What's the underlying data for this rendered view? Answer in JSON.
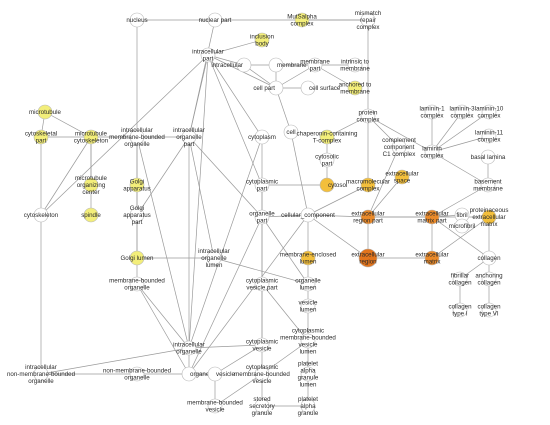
{
  "graph": {
    "colors": {
      "none": "#ffffff",
      "low": "#f3ee7a",
      "mid": "#f3bf3c",
      "high": "#ea8a2a",
      "top": "#e2741c",
      "edge": "#9a9a9a"
    },
    "nodes": [
      {
        "id": "nucleus",
        "label": "nucleus",
        "level": "none"
      },
      {
        "id": "nuclear-part",
        "label": "nuclear part",
        "level": "none"
      },
      {
        "id": "mutsalpha-complex",
        "label": "MutSalpha\ncomplex",
        "level": "low"
      },
      {
        "id": "mismatch-repair-complex",
        "label": "mismatch\nrepair\ncomplex",
        "level": "none"
      },
      {
        "id": "inclusion-body",
        "label": "inclusion\nbody",
        "level": "low"
      },
      {
        "id": "intracellular-part",
        "label": "intracellular\npart",
        "level": "none"
      },
      {
        "id": "intracellular",
        "label": "intracellular",
        "level": "none"
      },
      {
        "id": "membrane",
        "label": "membrane",
        "level": "none"
      },
      {
        "id": "membrane-part",
        "label": "membrane\npart",
        "level": "none"
      },
      {
        "id": "intrinsic-to-membrane",
        "label": "intrinsic to\nmembrane",
        "level": "none"
      },
      {
        "id": "anchored-to-membrane",
        "label": "anchored to\nmembrane",
        "level": "low"
      },
      {
        "id": "cell-part",
        "label": "cell part",
        "level": "none"
      },
      {
        "id": "cell-surface",
        "label": "cell surface",
        "level": "none"
      },
      {
        "id": "microtubule",
        "label": "microtubule",
        "level": "low"
      },
      {
        "id": "cytoskeletal-part",
        "label": "cytoskeletal\npart",
        "level": "low"
      },
      {
        "id": "microtubule-cytoskeleton",
        "label": "microtubule\ncytoskeleton",
        "level": "low"
      },
      {
        "id": "intracellular-membrane-bounded-organelle",
        "label": "intracellular\nmembrane-bounded\norganelle",
        "level": "none"
      },
      {
        "id": "intracellular-organelle-part",
        "label": "intracellular\norganelle\npart",
        "level": "none"
      },
      {
        "id": "cytoplasm",
        "label": "cytoplasm",
        "level": "none"
      },
      {
        "id": "cell",
        "label": "cell",
        "level": "none"
      },
      {
        "id": "protein-complex",
        "label": "protein\ncomplex",
        "level": "none"
      },
      {
        "id": "chaperonin-containing-t-complex",
        "label": "chaperonin-containing\nT-complex",
        "level": "low"
      },
      {
        "id": "laminin-1-complex",
        "label": "laminin-1\ncomplex",
        "level": "none"
      },
      {
        "id": "laminin-3-complex",
        "label": "laminin-3\ncomplex",
        "level": "none"
      },
      {
        "id": "laminin-10-complex",
        "label": "laminin-10\ncomplex",
        "level": "none"
      },
      {
        "id": "laminin-11-complex",
        "label": "laminin-11\ncomplex",
        "level": "none"
      },
      {
        "id": "complement-component-c1-complex",
        "label": "complement\ncomponent\nC1 complex",
        "level": "none"
      },
      {
        "id": "laminin-complex",
        "label": "laminin\ncomplex",
        "level": "none"
      },
      {
        "id": "basal-lamina",
        "label": "basal lamina",
        "level": "none"
      },
      {
        "id": "microtubule-organizing-center",
        "label": "microtubule\norganizing\ncenter",
        "level": "low"
      },
      {
        "id": "golgi-apparatus",
        "label": "Golgi\napparatus",
        "level": "low"
      },
      {
        "id": "cytoplasmic-part",
        "label": "cytoplasmic\npart",
        "level": "none"
      },
      {
        "id": "cytosolic-part",
        "label": "cytosolic\npart",
        "level": "none"
      },
      {
        "id": "cytosol",
        "label": "cytosol",
        "level": "mid"
      },
      {
        "id": "macromolecular-complex",
        "label": "macromolecular\ncomplex",
        "level": "mid"
      },
      {
        "id": "extracellular-space",
        "label": "extracellular\nspace",
        "level": "mid"
      },
      {
        "id": "basement-membrane",
        "label": "basement\nmembrane",
        "level": "none"
      },
      {
        "id": "cytoskeleton",
        "label": "cytoskeleton",
        "level": "none"
      },
      {
        "id": "spindle",
        "label": "spindle",
        "level": "low"
      },
      {
        "id": "golgi-apparatus-part",
        "label": "Golgi\napparatus\npart",
        "level": "none"
      },
      {
        "id": "organelle-part",
        "label": "organelle\npart",
        "level": "none"
      },
      {
        "id": "cellular-component",
        "label": "cellular_component",
        "level": "none"
      },
      {
        "id": "extracellular-region-part",
        "label": "extracellular\nregion part",
        "level": "high"
      },
      {
        "id": "extracellular-matrix-part",
        "label": "extracellular\nmatrix part",
        "level": "high"
      },
      {
        "id": "fibril",
        "label": "fibril",
        "level": "none"
      },
      {
        "id": "proteinaceous-extracellular-matrix",
        "label": "proteinaceous\nextracellular\nmatrix",
        "level": "mid"
      },
      {
        "id": "microfibril",
        "label": "microfibril",
        "level": "none"
      },
      {
        "id": "golgi-lumen",
        "label": "Golgi lumen",
        "level": "low"
      },
      {
        "id": "intracellular-organelle-lumen",
        "label": "intracellular\norganelle\nlumen",
        "level": "none"
      },
      {
        "id": "membrane-enclosed-lumen",
        "label": "membrane-enclosed\nlumen",
        "level": "mid"
      },
      {
        "id": "extracellular-region",
        "label": "extracellular\nregion",
        "level": "top"
      },
      {
        "id": "extracellular-matrix",
        "label": "extracellular\nmatrix",
        "level": "high"
      },
      {
        "id": "collagen",
        "label": "collagen",
        "level": "none"
      },
      {
        "id": "fibrillar-collagen",
        "label": "fibrillar\ncollagen",
        "level": "none"
      },
      {
        "id": "anchoring-collagen",
        "label": "anchoring\ncollagen",
        "level": "none"
      },
      {
        "id": "membrane-bounded-organelle",
        "label": "membrane-bounded\norganelle",
        "level": "none"
      },
      {
        "id": "cytoplasmic-vesicle-part",
        "label": "cytoplasmic\nvesicle part",
        "level": "none"
      },
      {
        "id": "organelle-lumen",
        "label": "organelle\nlumen",
        "level": "none"
      },
      {
        "id": "vesicle-lumen",
        "label": "vesicle\nlumen",
        "level": "none"
      },
      {
        "id": "collagen-type-i",
        "label": "collagen\ntype I",
        "level": "none"
      },
      {
        "id": "collagen-type-vi",
        "label": "collagen\ntype VI",
        "level": "none"
      },
      {
        "id": "cytoplasmic-membrane-bounded-vesicle-lumen",
        "label": "cytoplasmic\nmembrane-bounded\nvesicle\nlumen",
        "level": "none"
      },
      {
        "id": "intracellular-organelle",
        "label": "intracellular\norganelle",
        "level": "none"
      },
      {
        "id": "cytoplasmic-vesicle",
        "label": "cytoplasmic\nvesicle",
        "level": "none"
      },
      {
        "id": "platelet-alpha-granule-lumen",
        "label": "platelet\nalpha\ngranule\nlumen",
        "level": "none"
      },
      {
        "id": "intracellular-non-membrane-bounded-organelle",
        "label": "intracellular\nnon-membrane-bounded\norganelle",
        "level": "none"
      },
      {
        "id": "non-membrane-bounded-organelle",
        "label": "non-membrane-bounded\norganelle",
        "level": "none"
      },
      {
        "id": "organelle",
        "label": "organelle",
        "level": "none"
      },
      {
        "id": "vesicle",
        "label": "vesicle",
        "level": "none"
      },
      {
        "id": "cytoplasmic-membrane-bounded-vesicle",
        "label": "cytoplasmic\nmembrane-bounded\nvesicle",
        "level": "none"
      },
      {
        "id": "membrane-bounded-vesicle",
        "label": "membrane-bounded\nvesicle",
        "level": "none"
      },
      {
        "id": "stored-secretory-granule",
        "label": "stored\nsecretory\ngranule",
        "level": "none"
      },
      {
        "id": "platelet-alpha-granule",
        "label": "platelet\nalpha\ngranule",
        "level": "none"
      }
    ],
    "edges": [
      [
        "nucleus",
        "intracellular-membrane-bounded-organelle"
      ],
      [
        "nuclear-part",
        "nucleus"
      ],
      [
        "nuclear-part",
        "intracellular-organelle-part"
      ],
      [
        "nuclear-part",
        "mismatch-repair-complex"
      ],
      [
        "mutsalpha-complex",
        "mismatch-repair-complex"
      ],
      [
        "mismatch-repair-complex",
        "protein-complex"
      ],
      [
        "inclusion-body",
        "intracellular-part"
      ],
      [
        "intracellular-part",
        "cell-part"
      ],
      [
        "intracellular-part",
        "intracellular"
      ],
      [
        "intracellular-part",
        "cytoplasm"
      ],
      [
        "intracellular-part",
        "intracellular-organelle"
      ],
      [
        "intracellular-part",
        "cytoplasmic-part"
      ],
      [
        "intracellular-part",
        "cytoskeleton"
      ],
      [
        "intracellular-part",
        "intracellular-organelle-part"
      ],
      [
        "intracellular",
        "cell-part"
      ],
      [
        "intracellular",
        "membrane"
      ],
      [
        "membrane",
        "cell-part"
      ],
      [
        "membrane",
        "membrane-part"
      ],
      [
        "membrane-part",
        "intrinsic-to-membrane"
      ],
      [
        "membrane-part",
        "cell-part"
      ],
      [
        "anchored-to-membrane",
        "membrane-part"
      ],
      [
        "cell-part",
        "cell-surface"
      ],
      [
        "cell-part",
        "cell"
      ],
      [
        "cell",
        "cellular-component"
      ],
      [
        "microtubule",
        "cytoskeletal-part"
      ],
      [
        "microtubule",
        "microtubule-cytoskeleton"
      ],
      [
        "cytoskeletal-part",
        "cytoskeleton"
      ],
      [
        "cytoskeletal-part",
        "intracellular-organelle-part"
      ],
      [
        "microtubule-cytoskeleton",
        "cytoskeleton"
      ],
      [
        "microtubule-organizing-center",
        "microtubule-cytoskeleton"
      ],
      [
        "spindle",
        "microtubule-cytoskeleton"
      ],
      [
        "cytoskeleton",
        "intracellular-non-membrane-bounded-organelle"
      ],
      [
        "intracellular-membrane-bounded-organelle",
        "intracellular-organelle"
      ],
      [
        "intracellular-membrane-bounded-organelle",
        "membrane-bounded-organelle"
      ],
      [
        "golgi-apparatus",
        "intracellular-membrane-bounded-organelle"
      ],
      [
        "golgi-apparatus-part",
        "golgi-apparatus"
      ],
      [
        "golgi-apparatus-part",
        "intracellular-organelle-part"
      ],
      [
        "golgi-lumen",
        "golgi-apparatus-part"
      ],
      [
        "golgi-lumen",
        "intracellular-organelle-lumen"
      ],
      [
        "intracellular-organelle-part",
        "intracellular-organelle"
      ],
      [
        "intracellular-organelle-part",
        "organelle-part"
      ],
      [
        "intracellular-organelle-lumen",
        "intracellular-organelle-part"
      ],
      [
        "intracellular-organelle-lumen",
        "organelle-lumen"
      ],
      [
        "cytoplasm",
        "intracellular-organelle"
      ],
      [
        "cytoplasmic-part",
        "cytoplasm"
      ],
      [
        "cytoplasmic-part",
        "cytoplasmic-vesicle"
      ],
      [
        "cytosolic-part",
        "cytosol"
      ],
      [
        "cytosol",
        "cytoplasmic-part"
      ],
      [
        "chaperonin-containing-t-complex",
        "cytosolic-part"
      ],
      [
        "chaperonin-containing-t-complex",
        "protein-complex"
      ],
      [
        "protein-complex",
        "macromolecular-complex"
      ],
      [
        "complement-component-c1-complex",
        "protein-complex"
      ],
      [
        "complement-component-c1-complex",
        "extracellular-region-part"
      ],
      [
        "laminin-complex",
        "protein-complex"
      ],
      [
        "laminin-complex",
        "basement-membrane"
      ],
      [
        "laminin-1-complex",
        "laminin-complex"
      ],
      [
        "laminin-3-complex",
        "laminin-complex"
      ],
      [
        "laminin-10-complex",
        "laminin-complex"
      ],
      [
        "laminin-11-complex",
        "laminin-complex"
      ],
      [
        "basal-lamina",
        "basement-membrane"
      ],
      [
        "basement-membrane",
        "extracellular-matrix-part"
      ],
      [
        "macromolecular-complex",
        "cellular-component"
      ],
      [
        "extracellular-space",
        "extracellular-region-part"
      ],
      [
        "organelle-part",
        "cellular-component"
      ],
      [
        "organelle-part",
        "organelle"
      ],
      [
        "extracellular-region-part",
        "cellular-component"
      ],
      [
        "extracellular-region-part",
        "extracellular-region"
      ],
      [
        "extracellular-region",
        "cellular-component"
      ],
      [
        "extracellular-matrix-part",
        "extracellular-region-part"
      ],
      [
        "extracellular-matrix-part",
        "extracellular-matrix"
      ],
      [
        "fibril",
        "extracellular-matrix-part"
      ],
      [
        "microfibril",
        "fibril"
      ],
      [
        "proteinaceous-extracellular-matrix",
        "extracellular-matrix"
      ],
      [
        "proteinaceous-extracellular-matrix",
        "extracellular-region-part"
      ],
      [
        "extracellular-matrix",
        "extracellular-region"
      ],
      [
        "collagen",
        "extracellular-matrix-part"
      ],
      [
        "collagen",
        "proteinaceous-extracellular-matrix"
      ],
      [
        "fibrillar-collagen",
        "collagen"
      ],
      [
        "anchoring-collagen",
        "collagen"
      ],
      [
        "collagen-type-i",
        "fibrillar-collagen"
      ],
      [
        "collagen-type-vi",
        "anchoring-collagen"
      ],
      [
        "membrane-enclosed-lumen",
        "cellular-component"
      ],
      [
        "organelle-lumen",
        "membrane-enclosed-lumen"
      ],
      [
        "organelle-lumen",
        "organelle-part"
      ],
      [
        "cytoplasmic-vesicle-part",
        "cytoplasmic-part"
      ],
      [
        "cytoplasmic-vesicle-part",
        "cytoplasmic-vesicle"
      ],
      [
        "vesicle-lumen",
        "organelle-lumen"
      ],
      [
        "cytoplasmic-membrane-bounded-vesicle-lumen",
        "vesicle-lumen"
      ],
      [
        "cytoplasmic-membrane-bounded-vesicle-lumen",
        "cytoplasmic-vesicle-part"
      ],
      [
        "cytoplasmic-membrane-bounded-vesicle-lumen",
        "cytoplasmic-membrane-bounded-vesicle"
      ],
      [
        "platelet-alpha-granule-lumen",
        "cytoplasmic-membrane-bounded-vesicle-lumen"
      ],
      [
        "platelet-alpha-granule-lumen",
        "platelet-alpha-granule"
      ],
      [
        "platelet-alpha-granule",
        "stored-secretory-granule"
      ],
      [
        "stored-secretory-granule",
        "cytoplasmic-membrane-bounded-vesicle"
      ],
      [
        "membrane-bounded-organelle",
        "intracellular-organelle"
      ],
      [
        "membrane-bounded-organelle",
        "organelle"
      ],
      [
        "intracellular-organelle",
        "organelle"
      ],
      [
        "intracellular-organelle",
        "cytoplasmic-vesicle"
      ],
      [
        "intracellular-non-membrane-bounded-organelle",
        "non-membrane-bounded-organelle"
      ],
      [
        "intracellular-non-membrane-bounded-organelle",
        "intracellular-organelle"
      ],
      [
        "non-membrane-bounded-organelle",
        "organelle"
      ],
      [
        "organelle",
        "cellular-component"
      ],
      [
        "vesicle",
        "organelle"
      ],
      [
        "cytoplasmic-vesicle",
        "vesicle"
      ],
      [
        "cytoplasmic-membrane-bounded-vesicle",
        "cytoplasmic-vesicle"
      ],
      [
        "cytoplasmic-membrane-bounded-vesicle",
        "membrane-bounded-vesicle"
      ],
      [
        "membrane-bounded-vesicle",
        "vesicle"
      ]
    ]
  }
}
